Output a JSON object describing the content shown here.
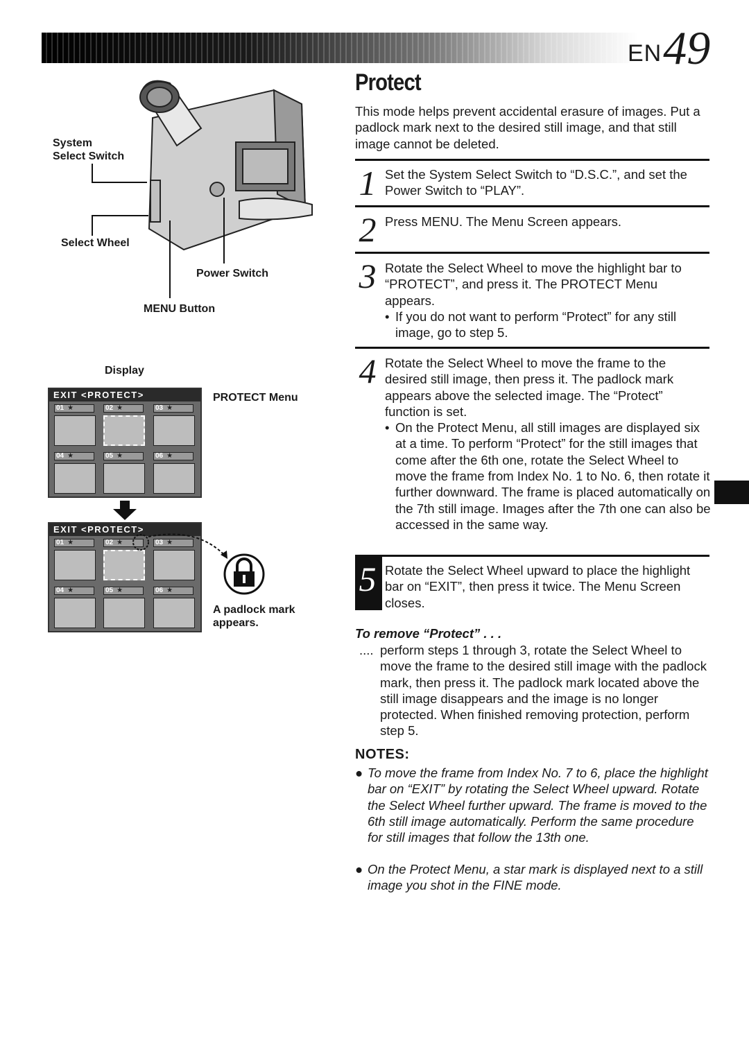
{
  "header": {
    "page_prefix": "EN",
    "page_number": "49"
  },
  "title": "Protect",
  "intro": "This mode helps prevent accidental erasure of images. Put a padlock mark next to the desired still image, and that still image cannot be deleted.",
  "steps": [
    {
      "num": "1",
      "text": "Set the System Select Switch to “D.S.C.”, and set the Power Switch to “PLAY”."
    },
    {
      "num": "2",
      "text": "Press MENU. The Menu Screen appears."
    },
    {
      "num": "3",
      "text": "Rotate the Select Wheel to move the highlight bar to “PROTECT”, and press it. The PROTECT Menu appears.",
      "bullet": "If you do not want to perform “Protect” for any still image, go to step 5."
    },
    {
      "num": "4",
      "text": "Rotate the Select Wheel to move the frame to the desired still image, then press it. The padlock mark appears above the selected image. The “Protect” function is set.",
      "bullet": "On the Protect Menu, all still images are displayed six at a time. To perform “Protect” for the still images that come after the 6th one, rotate the Select Wheel to move the frame from Index No. 1 to No. 6, then rotate it further downward. The frame is placed automatically on the 7th still image. Images after the 7th one can also be accessed in the same way."
    },
    {
      "num": "5",
      "text": "Rotate the Select Wheel upward to place the highlight bar on “EXIT”, then press it twice. The Menu Screen closes."
    }
  ],
  "bullet_char": "•",
  "remove": {
    "heading": "To remove “Protect” . . .",
    "dots": "....",
    "text": "perform steps 1 through 3, rotate the Select Wheel to move the frame to the desired still image with the padlock mark, then press it. The padlock mark located above the still image disappears and the image is no longer protected. When finished removing protection, perform step 5."
  },
  "notes": {
    "heading": "NOTES:",
    "dot": "●",
    "items": [
      "To move the frame from Index No. 7 to 6, place the highlight bar on “EXIT” by rotating the Select Wheel upward. Rotate the Select Wheel further upward. The frame is moved to the 6th still image automatically. Perform the same procedure for still images that follow the 13th one.",
      "On the Protect Menu, a star mark is displayed next to a still image you shot in the FINE mode."
    ]
  },
  "figure": {
    "labels": {
      "system_select_switch": "System\nSelect Switch",
      "select_wheel": "Select Wheel",
      "power_switch": "Power Switch",
      "menu_button": "MENU Button",
      "display": "Display",
      "protect_menu": "PROTECT Menu",
      "padlock": "A padlock mark\nappears."
    },
    "screen_header": "EXIT   <PROTECT>",
    "star": "★",
    "cells": [
      "01",
      "02",
      "03",
      "04",
      "05",
      "06"
    ]
  }
}
